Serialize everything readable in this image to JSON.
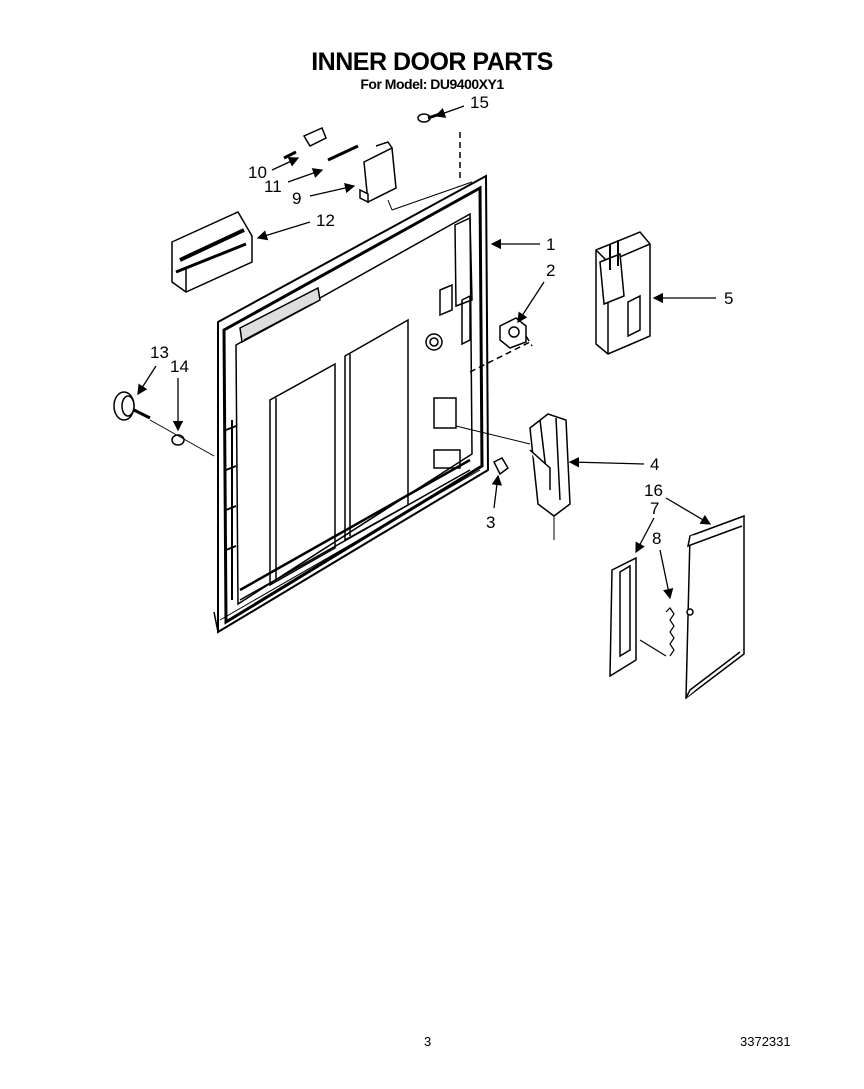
{
  "header": {
    "title": "INNER DOOR PARTS",
    "model_line": "For Model: DU9400XY1"
  },
  "callouts": [
    "1",
    "2",
    "3",
    "4",
    "5",
    "7",
    "8",
    "9",
    "10",
    "11",
    "12",
    "13",
    "14",
    "15",
    "16"
  ],
  "footer": {
    "page_number": "3",
    "document_number": "3372331"
  }
}
